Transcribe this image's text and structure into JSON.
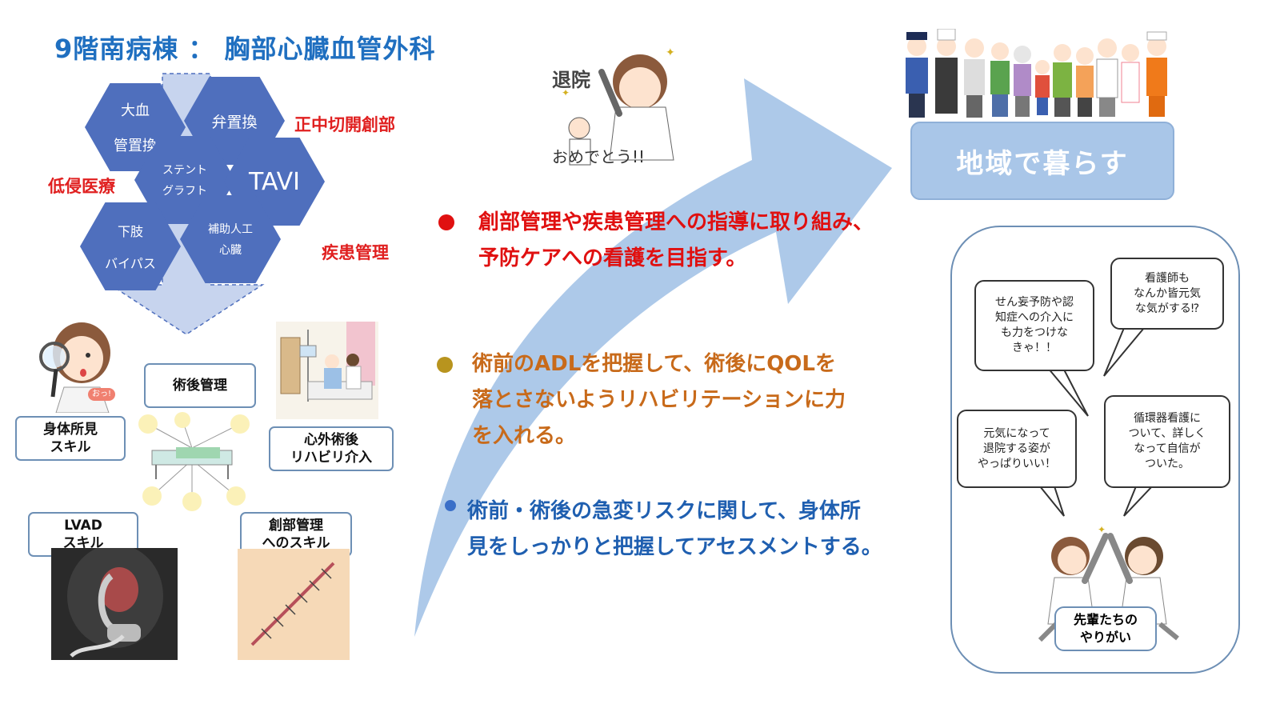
{
  "title": "9階南病棟 ： 胸部心臓血管外科",
  "labels": {
    "seichu": "正中切開創部",
    "teishin": "低侵医療",
    "shikkan": "疾患管理"
  },
  "hexagons": {
    "daikekkan": [
      "大血",
      "管置換"
    ],
    "benchikan": "弁置換",
    "stent": [
      "ステント",
      "グラフト"
    ],
    "tavi": "TAVI",
    "kashi": [
      "下肢",
      "バイパス"
    ],
    "hojo": [
      "補助人工",
      "心臓"
    ]
  },
  "skills": {
    "shintai": [
      "身体所見",
      "スキル"
    ],
    "jutsugo": "術後管理",
    "rehab": [
      "心外術後",
      "リハビリ介入"
    ],
    "lvad": [
      "LVAD",
      "スキル"
    ],
    "sobu": [
      "創部管理",
      "へのスキル"
    ]
  },
  "illustration_text": {
    "taiin": "退院",
    "omedetou": "おめでとう!!",
    "oh": "おっ!"
  },
  "chiiki": "地域で暮らす",
  "points": [
    {
      "lines": [
        "創部管理や疾患管理への指導に取り組み、",
        "予防ケアへの看護を目指す。"
      ],
      "color": "#e01010"
    },
    {
      "lines": [
        "術前のADLを把握して、術後にQOLを",
        "落とさないようリハビリテーションに力",
        "を入れる。"
      ],
      "color": "#c86a1a"
    },
    {
      "lines": [
        "術前・術後の急変リスクに関して、身体所",
        "見をしっかりと把握してアセスメントする。"
      ],
      "color": "#1f5fb0"
    }
  ],
  "bubbles": {
    "b1": [
      "せん妄予防や認",
      "知症への介入に",
      "も力をつけな",
      "きゃ！！"
    ],
    "b2": [
      "看護師も",
      "なんか皆元気",
      "な気がする⁉"
    ],
    "b3": [
      "元気になって",
      "退院する姿が",
      "やっぱりいい！"
    ],
    "b4": [
      "循環器看護に",
      "ついて、詳しく",
      "なって自信が",
      "ついた。"
    ]
  },
  "yarigai": [
    "先輩たちの",
    "やりがい"
  ],
  "colors": {
    "title": "#1f6fc0",
    "hex": "#4f6fbd",
    "red": "#e02020",
    "arrow": "#a9c6e8",
    "chiiki_box": "#a9c6e8"
  }
}
